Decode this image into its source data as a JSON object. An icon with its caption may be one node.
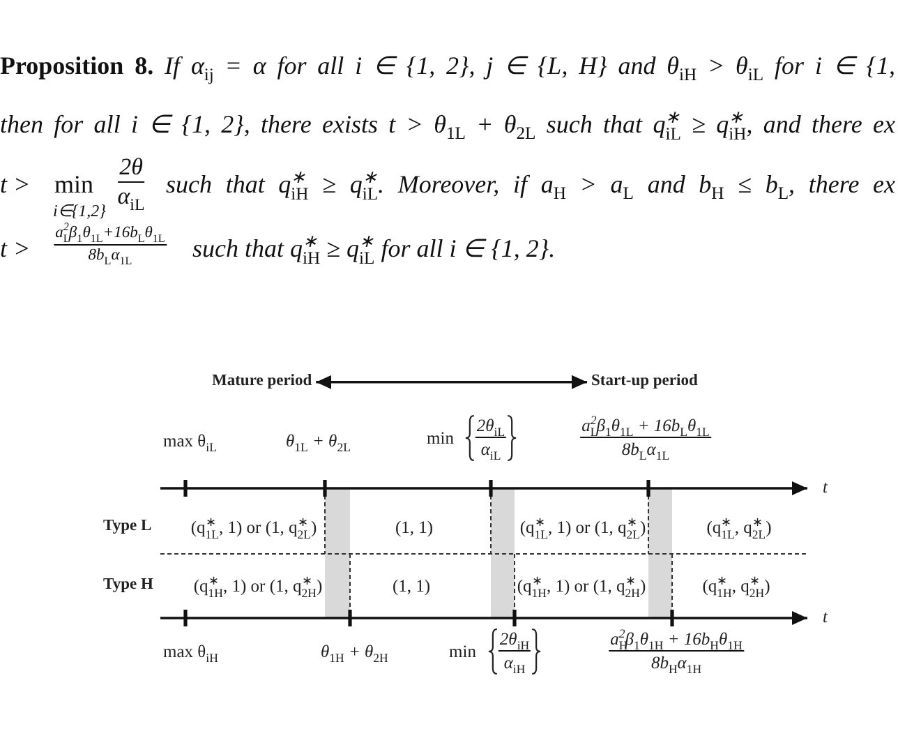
{
  "diagram": {
    "nodes": [
      {
        "text": [
          "Mature period"
        ]
      },
      {
        "text": [
          "Start-up period"
        ]
      }
    ],
    "edges": [
      {
        "from": 0,
        "to": 1,
        "arrow": "both"
      }
    ],
    "labels": [
      "**Proposition 8.** If α$_{ij}$ = α for all i ∈ {1, 2}, j ∈ {L, H} and θ$_{iH}$ > θ$_{iL}$ for i ∈ {1,",
      "then for all i ∈ {1, 2}, there exists t > θ$_{1L}$ + θ$_{2L}$ such that q$^{∗}$$_{iL}$ ≥ q$^{∗}$$_{iH}$, and there ex",
      "t >",
      "min",
      "i∈{1,2}",
      "2θ",
      "α$_{iL}$",
      "such that q$^{∗}$$_{iH}$ ≥ q$^{∗}$$_{iL}$. Moreover, if a$_{H}$ > a$_{L}$ and b$_{H}$ ≤ b$_{L}$, there ex",
      "t >",
      "a$_{L}$$^{2}$β$_{1}$θ$_{1L}$+16b$_{L}$θ$_{1L}$",
      "8b$_{L}$α$_{1L}$",
      "such that q$^{∗}$$_{iH}$ ≥ q$^{∗}$$_{iL}$ for all i ∈ {1, 2}.",
      "max θ$_{iL}$",
      "θ$_{1L}$ + θ$_{2L}$",
      "min",
      "2θ$_{iL}$",
      "α$_{iL}$",
      "a$_{L}$$^{2}$β$_{1}$θ$_{1L}$ + 16b$_{L}$θ$_{1L}$",
      "8b$_{L}$α$_{1L}$",
      "t",
      "Type L",
      "(q$^{∗}$$_{1L}$, 1) or (1, q$^{∗}$$_{2L}$)",
      "(1, 1)",
      "(q$^{∗}$$_{1L}$, 1) or (1, q$^{∗}$$_{2L}$)",
      "(q$^{∗}$$_{1L}$, q$^{∗}$$_{2L}$)",
      "Type H",
      "(q$^{∗}$$_{1H}$, 1) or (1, q$^{∗}$$_{2H}$)",
      "(1, 1)",
      "(q$^{∗}$$_{1H}$, 1) or (1, q$^{∗}$$_{2H}$)",
      "(q$^{∗}$$_{1H}$, q$^{∗}$$_{2H}$)",
      "t",
      "max θ$_{iH}$",
      "θ$_{1H}$ + θ$_{2H}$",
      "min",
      "2θ$_{iH}$",
      "α$_{iH}$",
      "a$_{H}$$^{2}$β$_{1}$θ$_{1H}$ + 16b$_{H}$θ$_{1H}$",
      "8b$_{H}$α$_{1H}$"
    ]
  }
}
